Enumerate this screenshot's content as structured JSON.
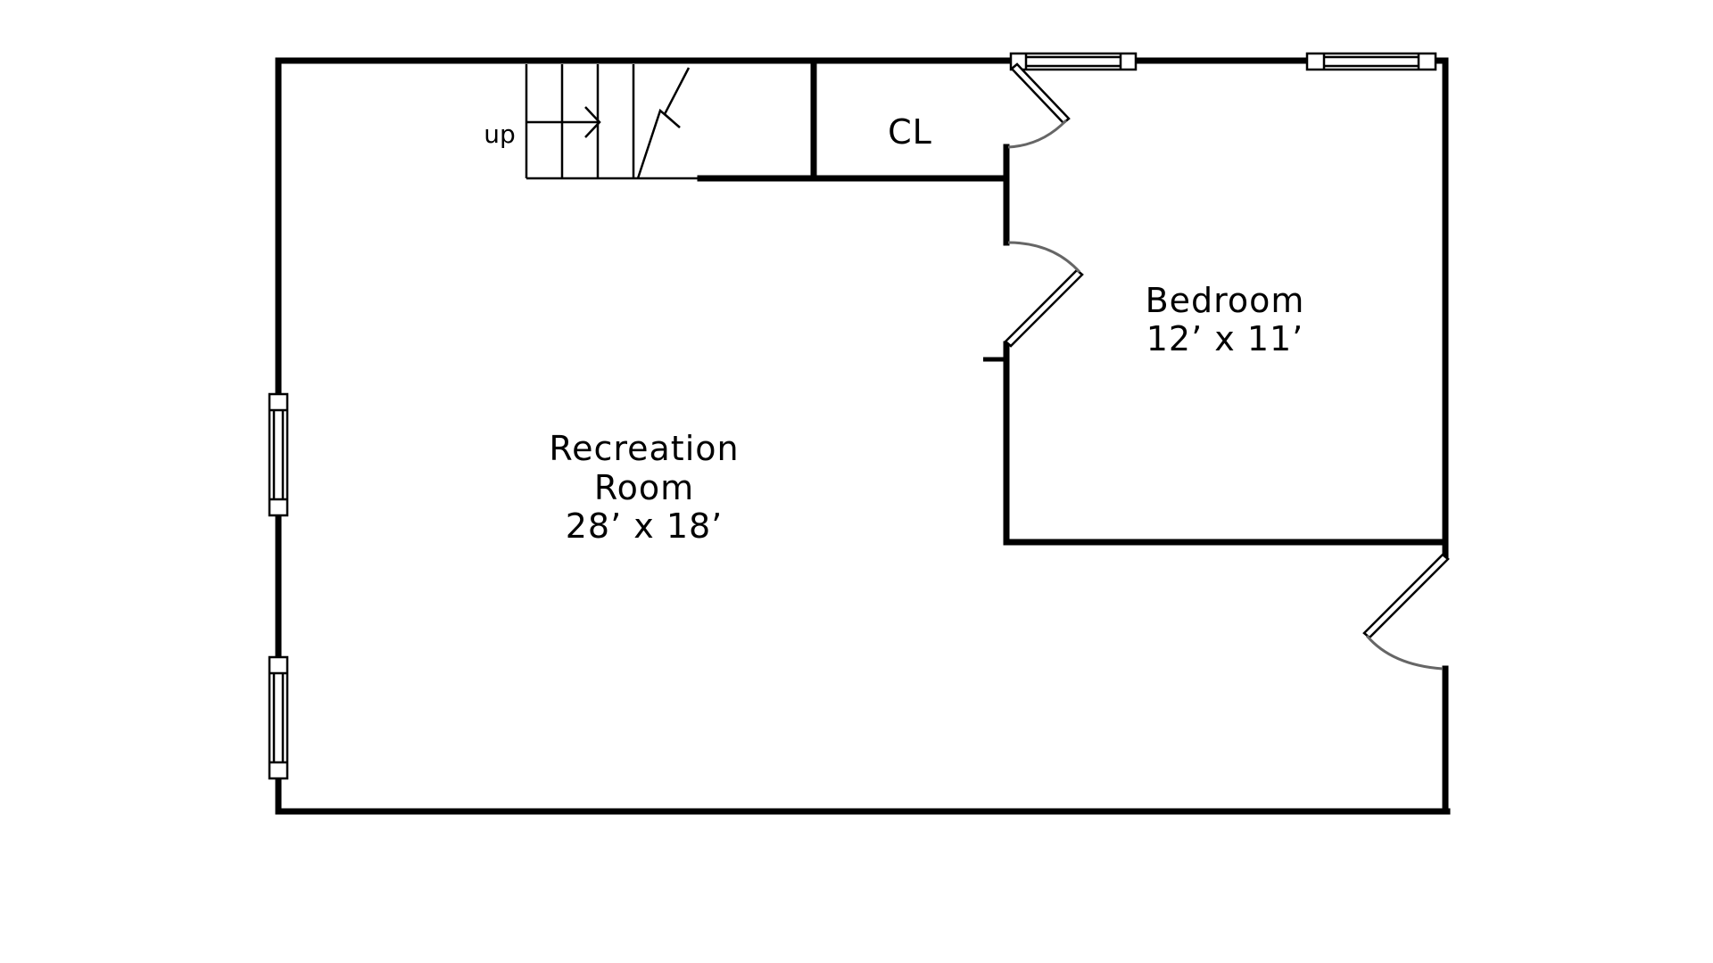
{
  "rooms": {
    "recreation": {
      "name_line1": "Recreation",
      "name_line2": "Room",
      "dimensions": "28’ x 18’"
    },
    "bedroom": {
      "name": "Bedroom",
      "dimensions": "12’ x 11’"
    },
    "closet": {
      "name": "CL"
    }
  },
  "stairs": {
    "direction_label": "up"
  }
}
